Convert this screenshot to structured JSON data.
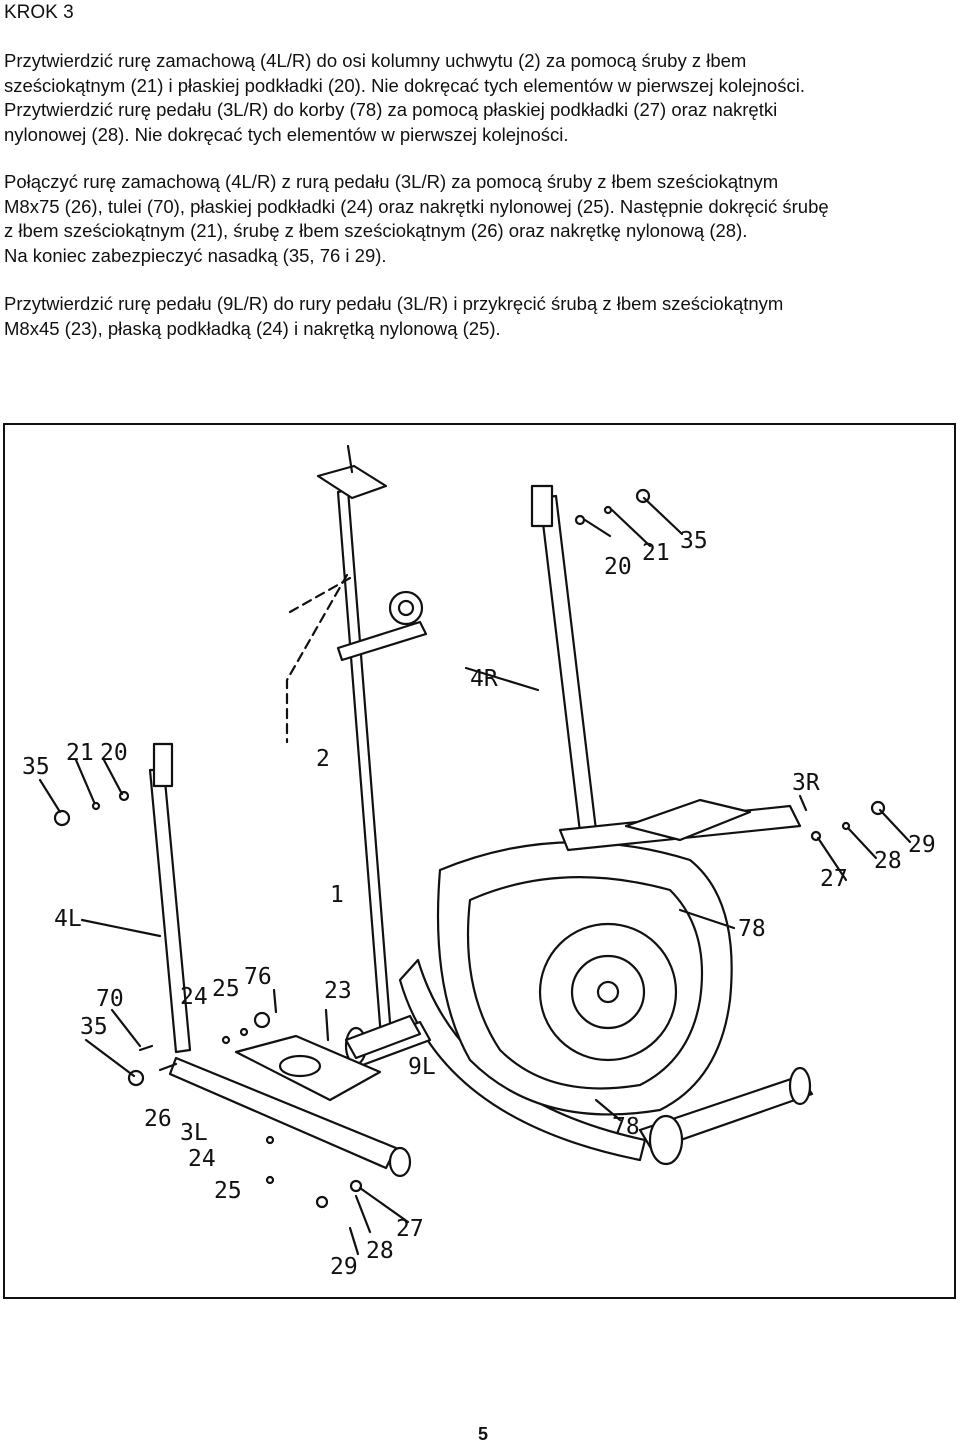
{
  "step_title": "KROK 3",
  "paragraphs": [
    {
      "lines": [
        "Przytwierdzić rurę zamachową (4L/R) do osi kolumny uchwytu (2) za pomocą śruby z łbem",
        "sześciokątnym (21) i płaskiej podkładki (20). Nie dokręcać tych elementów w pierwszej kolejności.",
        "Przytwierdzić rurę pedału (3L/R) do korby (78) za pomocą płaskiej podkładki (27) oraz nakrętki",
        "nylonowej (28). Nie dokręcać tych elementów w pierwszej kolejności."
      ]
    },
    {
      "lines": [
        "Połączyć rurę zamachową (4L/R) z rurą pedału (3L/R) za pomocą śruby z łbem sześciokątnym",
        "M8x75 (26), tulei (70), płaskiej podkładki (24) oraz nakrętki nylonowej (25). Następnie dokręcić śrubę",
        "z łbem sześciokątnym (21), śrubę z łbem sześciokątnym (26) oraz nakrętkę nylonową (28).",
        "Na koniec zabezpieczyć nasadką (35, 76 i 29)."
      ]
    },
    {
      "lines": [
        "Przytwierdzić rurę pedału (9L/R) do rury pedału (3L/R) i przykręcić śrubą z łbem sześciokątnym",
        "M8x45 (23), płaską podkładką (24) i nakrętką nylonową (25)."
      ]
    }
  ],
  "diagram": {
    "labels": {
      "l20r": "20",
      "l21r": "21",
      "l35r": "35",
      "l4r": "4R",
      "l35l": "35",
      "l21l": "21",
      "l20l": "20",
      "l2": "2",
      "l3r": "3R",
      "l29r": "29",
      "l28r": "28",
      "l27r": "27",
      "l4l": "4L",
      "l1": "1",
      "l78a": "78",
      "l70": "70",
      "l24a": "24",
      "l25a": "25",
      "l76": "76",
      "l23": "23",
      "l35b": "35",
      "l9l": "9L",
      "l26": "26",
      "l3l": "3L",
      "l24b": "24",
      "l25b": "25",
      "l78b": "78",
      "l27l": "27",
      "l28l": "28",
      "l29l": "29"
    }
  },
  "page_number": "5"
}
